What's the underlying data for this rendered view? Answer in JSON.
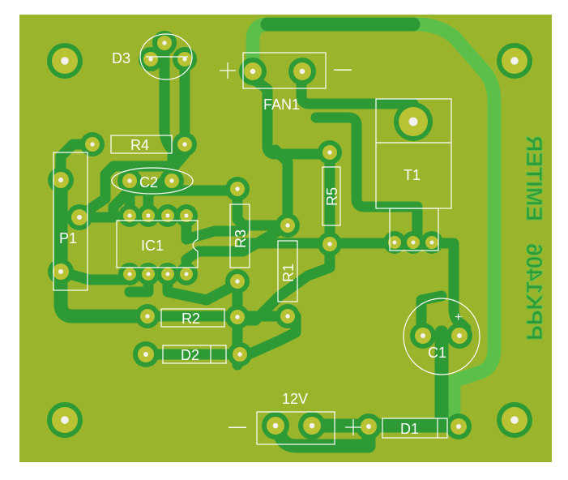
{
  "colors": {
    "board": "#9ab52c",
    "trace": "#2d9a35",
    "trace_outline": "#5cbf4a",
    "pad_ring": "#b8c233",
    "pad_hole": "#f2f2f2",
    "silk": "#ffffff",
    "mirror_text": "#4fb04a"
  },
  "labels": {
    "d3": "D3",
    "fan1": "FAN1",
    "fan_plus": "+",
    "fan_minus": "—",
    "r4": "R4",
    "c2": "C2",
    "t1": "T1",
    "r5": "R5",
    "p1": "P1",
    "ic1": "IC1",
    "r3": "R3",
    "r1": "R1",
    "r2": "R2",
    "d2": "D2",
    "c1": "C1",
    "c1_plus": "+",
    "v12": "12V",
    "pwr_minus": "—",
    "pwr_plus": "+",
    "d1": "D1"
  },
  "mirror_text": {
    "line1": "EMITER",
    "line2": "PPK1406"
  }
}
